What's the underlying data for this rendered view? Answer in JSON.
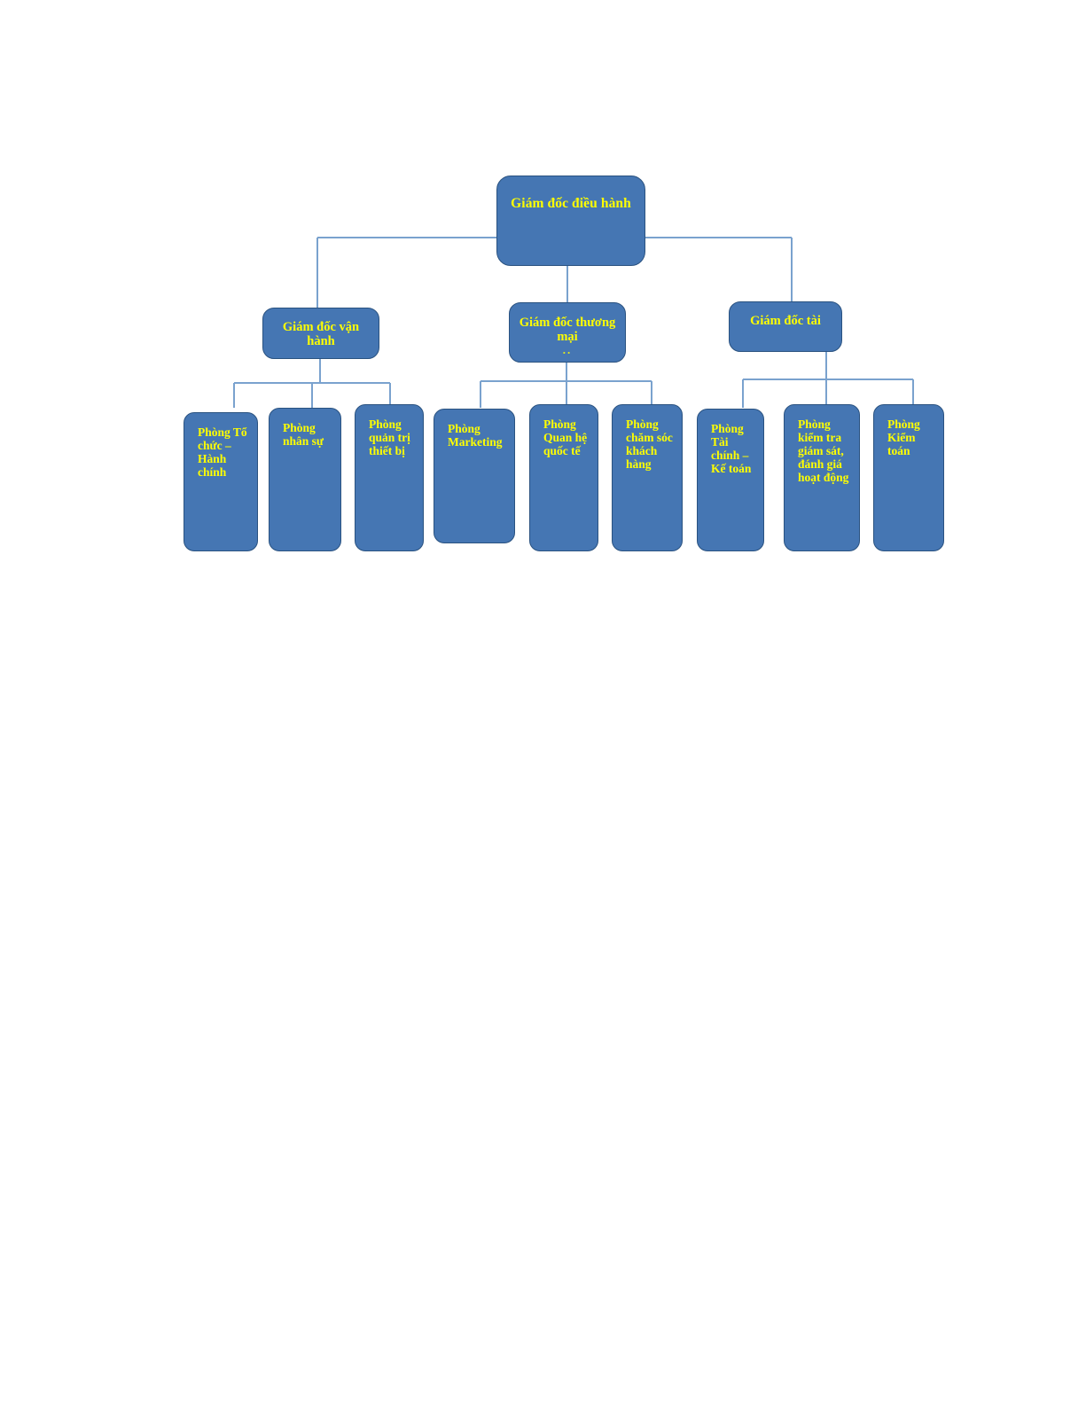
{
  "document": {
    "title": "Sơ đồ tổ chức",
    "background_color": "#ffffff"
  },
  "theme": {
    "node_fill": "#4576b3",
    "node_border": "#2a5280",
    "node_text": "#ffff00",
    "connector_line": "#7aa2ce"
  },
  "chart": {
    "type": "org-chart",
    "root": {
      "label": "Giám đốc điều hành"
    },
    "level2": [
      {
        "label": "Giám đốc vận hành"
      },
      {
        "label": "Giám đốc thương mại",
        "clipped_overflow": ".."
      },
      {
        "label": "Giám đốc tài"
      }
    ],
    "leaves": [
      {
        "label": "Phòng Tổ chức – Hành chính",
        "parent": "Giám đốc vận hành"
      },
      {
        "label": "Phòng nhân sự",
        "parent": "Giám đốc vận hành"
      },
      {
        "label": "Phòng quản trị thiết bị",
        "parent": "Giám đốc vận hành"
      },
      {
        "label": "Phòng Marketing",
        "parent": "Giám đốc thương mại"
      },
      {
        "label": "Phòng Quan hệ quốc tế",
        "parent": "Giám đốc thương mại"
      },
      {
        "label": "Phòng chăm sóc khách hàng",
        "parent": "Giám đốc thương mại"
      },
      {
        "label": "Phòng Tài chính – Kế toán",
        "parent": "Giám đốc tài"
      },
      {
        "label": "Phòng kiểm tra giám sát, đánh giá hoạt động",
        "parent": "Giám đốc tài"
      },
      {
        "label": "Phòng Kiểm toán",
        "parent": "Giám đốc tài"
      }
    ]
  }
}
